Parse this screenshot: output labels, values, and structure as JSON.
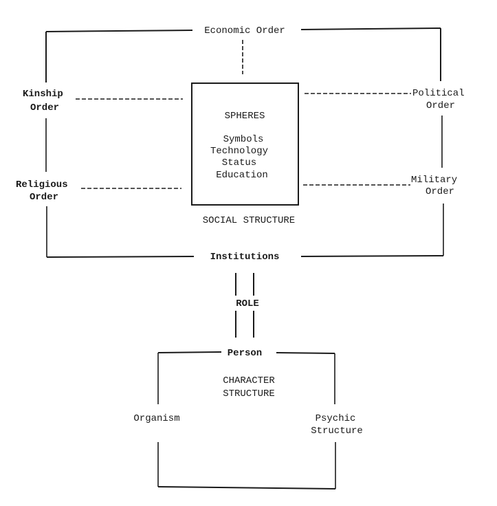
{
  "diagram": {
    "social_structure": {
      "top_label": "Economic Order",
      "left_orders": [
        {
          "line1": "Kinship",
          "line2": "Order"
        },
        {
          "line1": "Religious",
          "line2": "Order"
        }
      ],
      "right_orders": [
        {
          "line1": "Political",
          "line2": "Order"
        },
        {
          "line1": "Military",
          "line2": "Order"
        }
      ],
      "bottom_label": "Institutions",
      "caption": "SOCIAL STRUCTURE",
      "spheres_box": {
        "title": "SPHERES",
        "items": [
          "Symbols",
          "Technology",
          "Status",
          "Education"
        ]
      }
    },
    "link_label": "ROLE",
    "character_structure": {
      "top_label": "Person",
      "title_line1": "CHARACTER",
      "title_line2": "STRUCTURE",
      "left_label": "Organism",
      "right_label_line1": "Psychic",
      "right_label_line2": "Structure"
    }
  }
}
